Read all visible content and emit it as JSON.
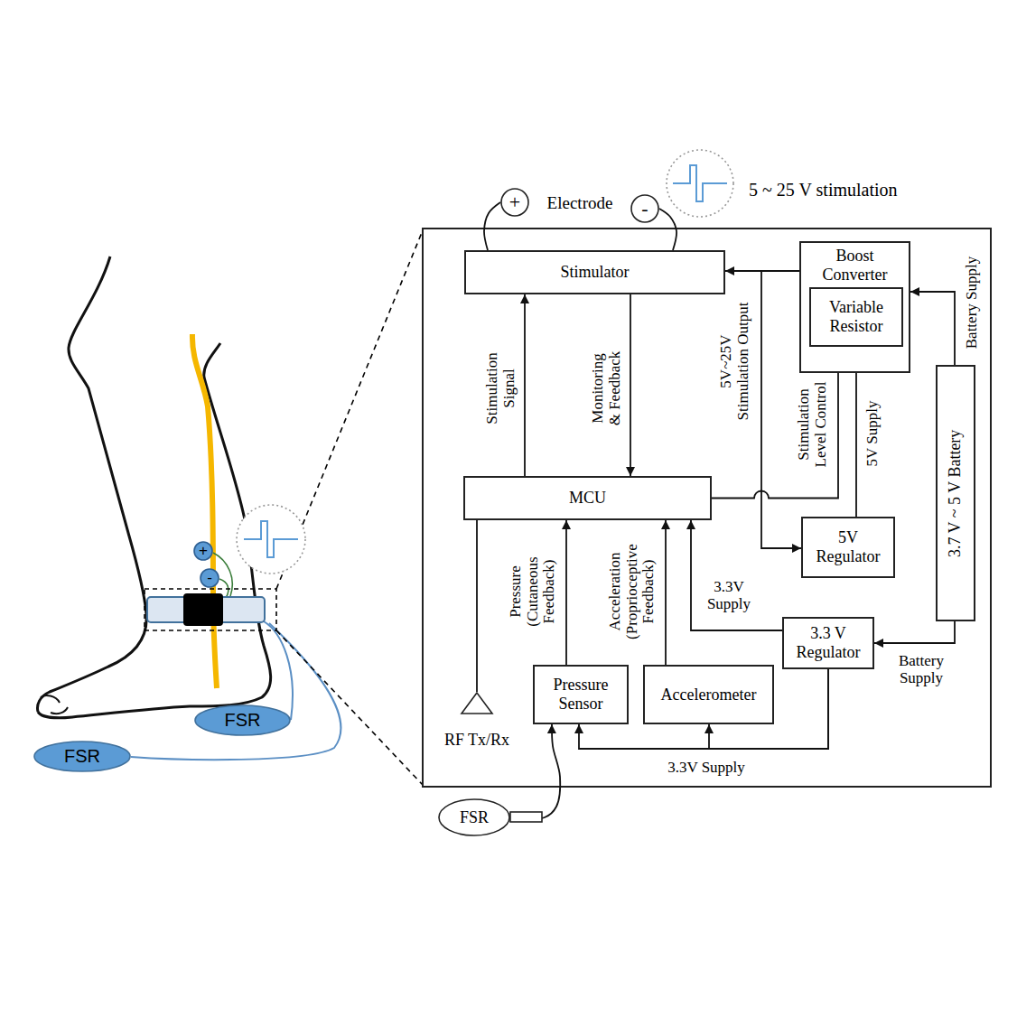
{
  "diagram": {
    "nodes": [
      {
        "text": [
          "+"
        ]
      },
      {
        "text": [
          "-"
        ]
      },
      {
        "text": [
          "Stimulator"
        ]
      },
      {
        "text": [
          "Boost Converter"
        ]
      },
      {
        "text": [
          "Variable Resistor"
        ],
        "in": 3
      },
      {
        "text": [
          "MCU"
        ]
      },
      {
        "text": [
          "5V Regulator"
        ]
      },
      {
        "text": [
          "3.7 V ~ 5 V Battery"
        ]
      },
      {
        "text": [
          "3.3 V Regulator"
        ]
      },
      {
        "text": [
          "RF Tx/Rx"
        ]
      },
      {
        "text": [
          "Pressure Sensor"
        ]
      },
      {
        "text": [
          "Accelerometer"
        ]
      },
      {
        "text": [
          "FSR"
        ]
      },
      {
        "text": [
          "+"
        ]
      },
      {
        "text": [
          "-"
        ]
      },
      {
        "text": [
          "FSR"
        ]
      },
      {
        "text": [
          "FSR"
        ]
      }
    ],
    "edges": [
      {
        "from": 5,
        "to": 2,
        "arrow": "to",
        "label": "Stimulation Signal"
      },
      {
        "from": 2,
        "to": 5,
        "arrow": "to",
        "label": "Monitoring & Feedback"
      },
      {
        "from": 3,
        "to": 2,
        "arrow": "to",
        "label": "5V~25V Stimulation Output"
      },
      {
        "from": 3,
        "to": 6,
        "arrow": "to"
      },
      {
        "from": 5,
        "to": 4,
        "arrow": "to",
        "label": "Stimulation Level Control"
      },
      {
        "from": 6,
        "to": 4,
        "arrow": "to",
        "label": "5V Supply"
      },
      {
        "from": 7,
        "to": 3,
        "arrow": "to",
        "label": "Battery Supply"
      },
      {
        "from": 7,
        "to": 8,
        "arrow": "to",
        "label": "Battery Supply"
      },
      {
        "from": 8,
        "to": 5,
        "arrow": "to",
        "label": "3.3V Supply"
      },
      {
        "from": 8,
        "to": 10,
        "arrow": "to"
      },
      {
        "from": 8,
        "to": 11,
        "arrow": "to",
        "label": "3.3V Supply"
      },
      {
        "from": 10,
        "to": 5,
        "arrow": "to",
        "label": "Pressure (Cutaneous Feedback)"
      },
      {
        "from": 11,
        "to": 5,
        "arrow": "to",
        "label": "Acceleration (Proprioceptive Feedback)"
      },
      {
        "from": 12,
        "to": 10,
        "arrow": "to"
      },
      {
        "from": 5,
        "to": 9,
        "arrow": "none"
      },
      {
        "from": 2,
        "to": 0,
        "arrow": "none"
      },
      {
        "from": 2,
        "to": 1,
        "arrow": "none"
      }
    ],
    "labels": [
      "Electrode",
      "5 ~ 25 V stimulation"
    ]
  }
}
